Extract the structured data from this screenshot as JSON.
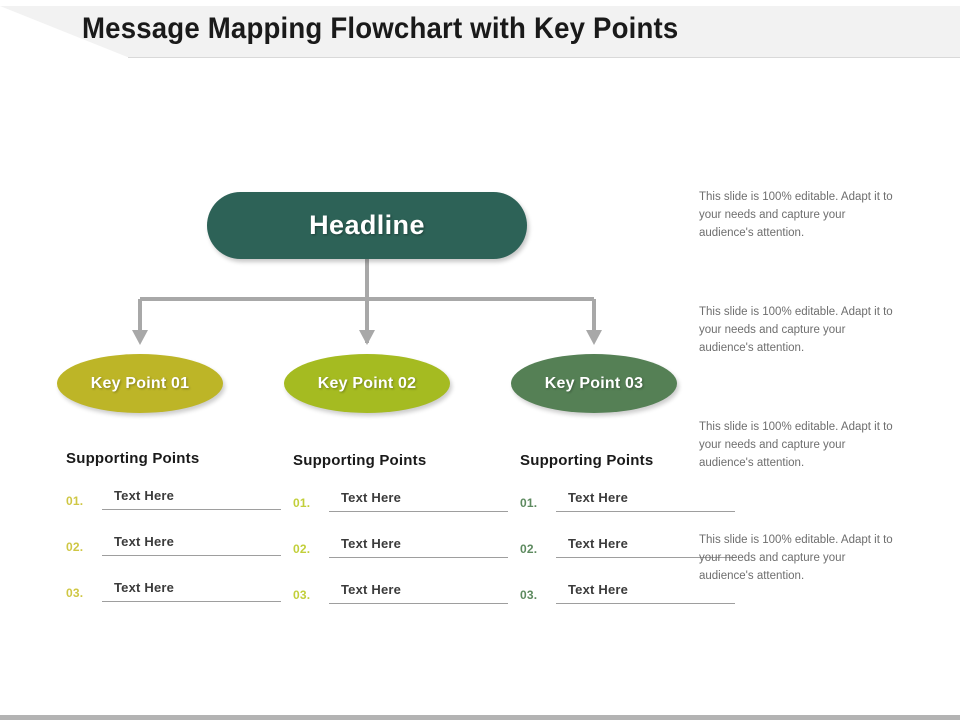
{
  "header": {
    "title": "Message Mapping Flowchart with Key Points"
  },
  "diagram": {
    "root": {
      "label": "Headline",
      "color": "#2d6257"
    },
    "nodes": [
      {
        "label": "Key Point 01",
        "color": "#bdb527",
        "accent": "#cfc744"
      },
      {
        "label": "Key Point 02",
        "color": "#a5bb21",
        "accent": "#b2c63a"
      },
      {
        "label": "Key Point 03",
        "color": "#558055",
        "accent": "#6a9169"
      }
    ],
    "connector_color": "#a8a8a8"
  },
  "columns": [
    {
      "heading": "Supporting Points",
      "index_color": "#cfc744",
      "rows": [
        {
          "index": "01.",
          "value": "Text Here"
        },
        {
          "index": "02.",
          "value": "Text Here"
        },
        {
          "index": "03.",
          "value": "Text Here"
        }
      ]
    },
    {
      "heading": "Supporting Points",
      "index_color": "#c2cf3a",
      "rows": [
        {
          "index": "01.",
          "value": "Text Here"
        },
        {
          "index": "02.",
          "value": "Text Here"
        },
        {
          "index": "03.",
          "value": "Text Here"
        }
      ]
    },
    {
      "heading": "Supporting Points",
      "index_color": "#5d8a5f",
      "rows": [
        {
          "index": "01.",
          "value": "Text Here"
        },
        {
          "index": "02.",
          "value": "Text Here"
        },
        {
          "index": "03.",
          "value": "Text Here"
        }
      ]
    }
  ],
  "side_notes": [
    "This slide is 100% editable. Adapt it to your needs and capture your audience's attention.",
    "This slide is 100% editable. Adapt it to your needs and capture your audience's attention.",
    "This slide is 100% editable. Adapt it to your needs and capture your audience's attention.",
    "This slide is 100% editable. Adapt it to your needs and capture your audience's attention."
  ]
}
